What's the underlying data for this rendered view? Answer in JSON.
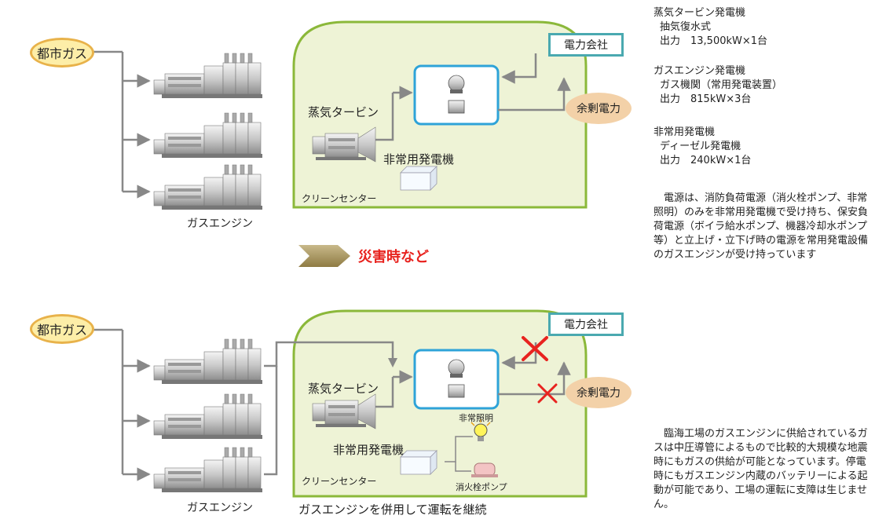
{
  "top": {
    "gas_source": "都市ガス",
    "engine_label": "ガスエンジン",
    "turbine_label": "蒸気タービン",
    "emergency_gen_label": "非常用発電機",
    "center_label": "クリーンセンター",
    "utility_label": "電力会社",
    "surplus_label": "余剰電力"
  },
  "transition": {
    "label": "災害時など"
  },
  "bottom": {
    "gas_source": "都市ガス",
    "engine_label": "ガスエンジン",
    "turbine_label": "蒸気タービン",
    "emergency_gen_label": "非常用発電機",
    "emergency_light_label": "非常照明",
    "hydrant_pump_label": "消火栓ポンプ",
    "center_label": "クリーンセンター",
    "utility_label": "電力会社",
    "surplus_label": "余剰電力",
    "caption": "ガスエンジンを併用して運転を継続"
  },
  "specs": {
    "steam": {
      "title": "蒸気タービン発電機",
      "type": "抽気復水式",
      "output": "出力　13,500kW×1台"
    },
    "gas": {
      "title": "ガスエンジン発電機",
      "type": "ガス機関（常用発電装置）",
      "output": "出力　815kW×3台"
    },
    "emergency": {
      "title": "非常用発電機",
      "type": "ディーゼル発電機",
      "output": "出力　240kW×1台"
    }
  },
  "paragraph1": "　電源は、消防負荷電源（消火栓ポンプ、非常照明）のみを非常用発電機で受け持ち、保安負荷電源（ボイラ給水ポンプ、機器冷却水ポンプ等）と立上げ・立下げ時の電源を常用発電設備のガスエンジンが受け持っています",
  "paragraph2": "　臨海工場のガスエンジンに供給されているガスは中圧導管によるもので比較的大規模な地震時にもガスの供給が可能となっています。停電時にもガスエンジン内蔵のバッテリーによる起動が可能であり、工場の運転に支障は生じません。",
  "colors": {
    "center_border": "#8bb83a",
    "center_fill": "#eef3d6",
    "box_border": "#2ea3d8",
    "cross": "#e8231f",
    "disaster_text": "#e8231f"
  }
}
